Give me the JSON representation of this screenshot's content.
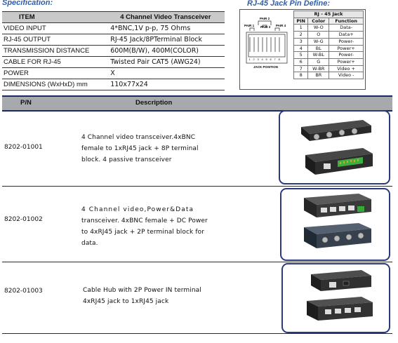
{
  "spec": {
    "title": "Specification:",
    "header": {
      "item": "ITEM",
      "value": "4 Channel Video Transceiver"
    },
    "rows": [
      {
        "label": "VIDEO INPUT",
        "value": "4*BNC,1V p-p, 75 Ohms"
      },
      {
        "label": "RJ-45 OUTPUT",
        "value": "RJ-45 Jack/8PTerminal Block"
      },
      {
        "label": "TRANSMISSION DISTANCE",
        "value": "600M(B/W), 400M(COLOR)"
      },
      {
        "label": "CABLE FOR RJ-45",
        "value": "Twisted Pair CAT5 (AWG24)"
      },
      {
        "label": "POWER",
        "value": "X"
      },
      {
        "label": "DIMENSIONS (WxHxD) mm",
        "value": "110x77x24"
      }
    ]
  },
  "pin_define": {
    "title": "RJ-45 Jack Pin Define:",
    "table_title": "RJ - 45 Jack",
    "headers": [
      "PIN",
      "Color",
      "Function"
    ],
    "pins": [
      {
        "pin": "1",
        "color": "W-O",
        "function": "Data-"
      },
      {
        "pin": "2",
        "color": "O",
        "function": "Data+"
      },
      {
        "pin": "3",
        "color": "W-G",
        "function": "Power-"
      },
      {
        "pin": "4",
        "color": "BL",
        "function": "Power+"
      },
      {
        "pin": "5",
        "color": "W-BL",
        "function": "Power-"
      },
      {
        "pin": "6",
        "color": "G",
        "function": "Power+"
      },
      {
        "pin": "7",
        "color": "W-BR",
        "function": "Video +"
      },
      {
        "pin": "8",
        "color": "BR",
        "function": "Video -"
      }
    ],
    "diagram": {
      "pair_labels": [
        "PAIR 1",
        "PAIR 2",
        "PAIR 3",
        "PAIR 4"
      ],
      "pin_numbers": [
        "1",
        "2",
        "3",
        "4",
        "5",
        "6",
        "7",
        "8"
      ],
      "caption": "JACK POSITION"
    }
  },
  "products": {
    "header": {
      "pn": "P/N",
      "description": "Description"
    },
    "items": [
      {
        "pn": "8202-01001",
        "lines": [
          "4 Channel video transceiver.4xBNC",
          "female to 1xRJ45 jack + 8P terminal",
          "block. 4 passive transceiver"
        ]
      },
      {
        "pn": "8202-01002",
        "lines": [
          "4 Channel video,Power&Data",
          "transceiver. 4xBNC female + DC Power",
          "to 4xRJ45 jack + 2P terminal block for",
          "data."
        ]
      },
      {
        "pn": "8202-01003",
        "lines": [
          "Cable Hub with 2P Power IN terminal",
          "4xRJ45 jack to 1xRJ45 jack"
        ]
      }
    ]
  }
}
